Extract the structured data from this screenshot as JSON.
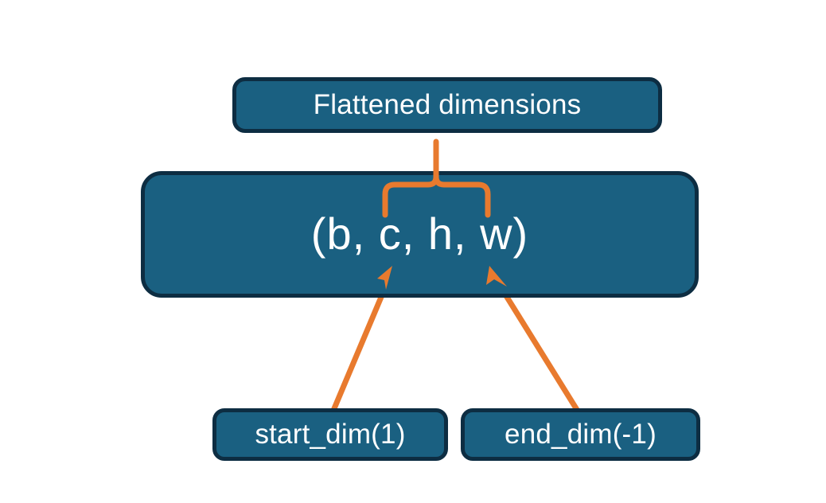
{
  "diagram": {
    "title_box": {
      "label": "Flattened dimensions"
    },
    "tuple_box": {
      "label": "(b, c, h, w)"
    },
    "param_boxes": [
      {
        "label": "start_dim(1)"
      },
      {
        "label": "end_dim(-1)"
      }
    ],
    "connectors": {
      "brace": "curly-brace-pointing-up",
      "arrow_start_dim": "arrow-up-right",
      "arrow_end_dim": "arrow-up-left"
    },
    "colors": {
      "box_fill": "#1a6081",
      "box_border": "#0d2d42",
      "text": "#ffffff",
      "accent_orange": "#e87a2e",
      "background": "#ffffff"
    }
  }
}
